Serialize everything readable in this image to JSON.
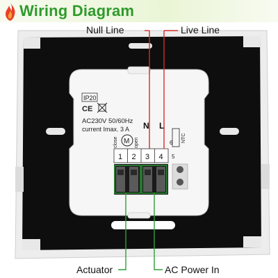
{
  "header": {
    "title": "Wiring Diagram",
    "flame_icon": "flame-icon",
    "accent_color": "#2f9a2c"
  },
  "labels": {
    "null_line": "Null Line",
    "live_line": "Live Line",
    "actuator": "Actuator",
    "ac_power_in": "AC Power In"
  },
  "device": {
    "ip_rating": "IP20",
    "voltage": "AC230V 50/60Hz",
    "current": "current Imax.  3 A",
    "n_mark": "N",
    "l_mark": "L",
    "ntc": "NTC",
    "terminal_6": "6",
    "terminal_5": "5",
    "close": "close",
    "open": "open",
    "motor_mark": "M",
    "terminals": [
      "1",
      "2",
      "3",
      "4"
    ]
  },
  "colors": {
    "red_line": "#d42a2a",
    "green_line": "#2e9e3a",
    "plate": "#0d0d0d",
    "frame": "#ececec"
  }
}
